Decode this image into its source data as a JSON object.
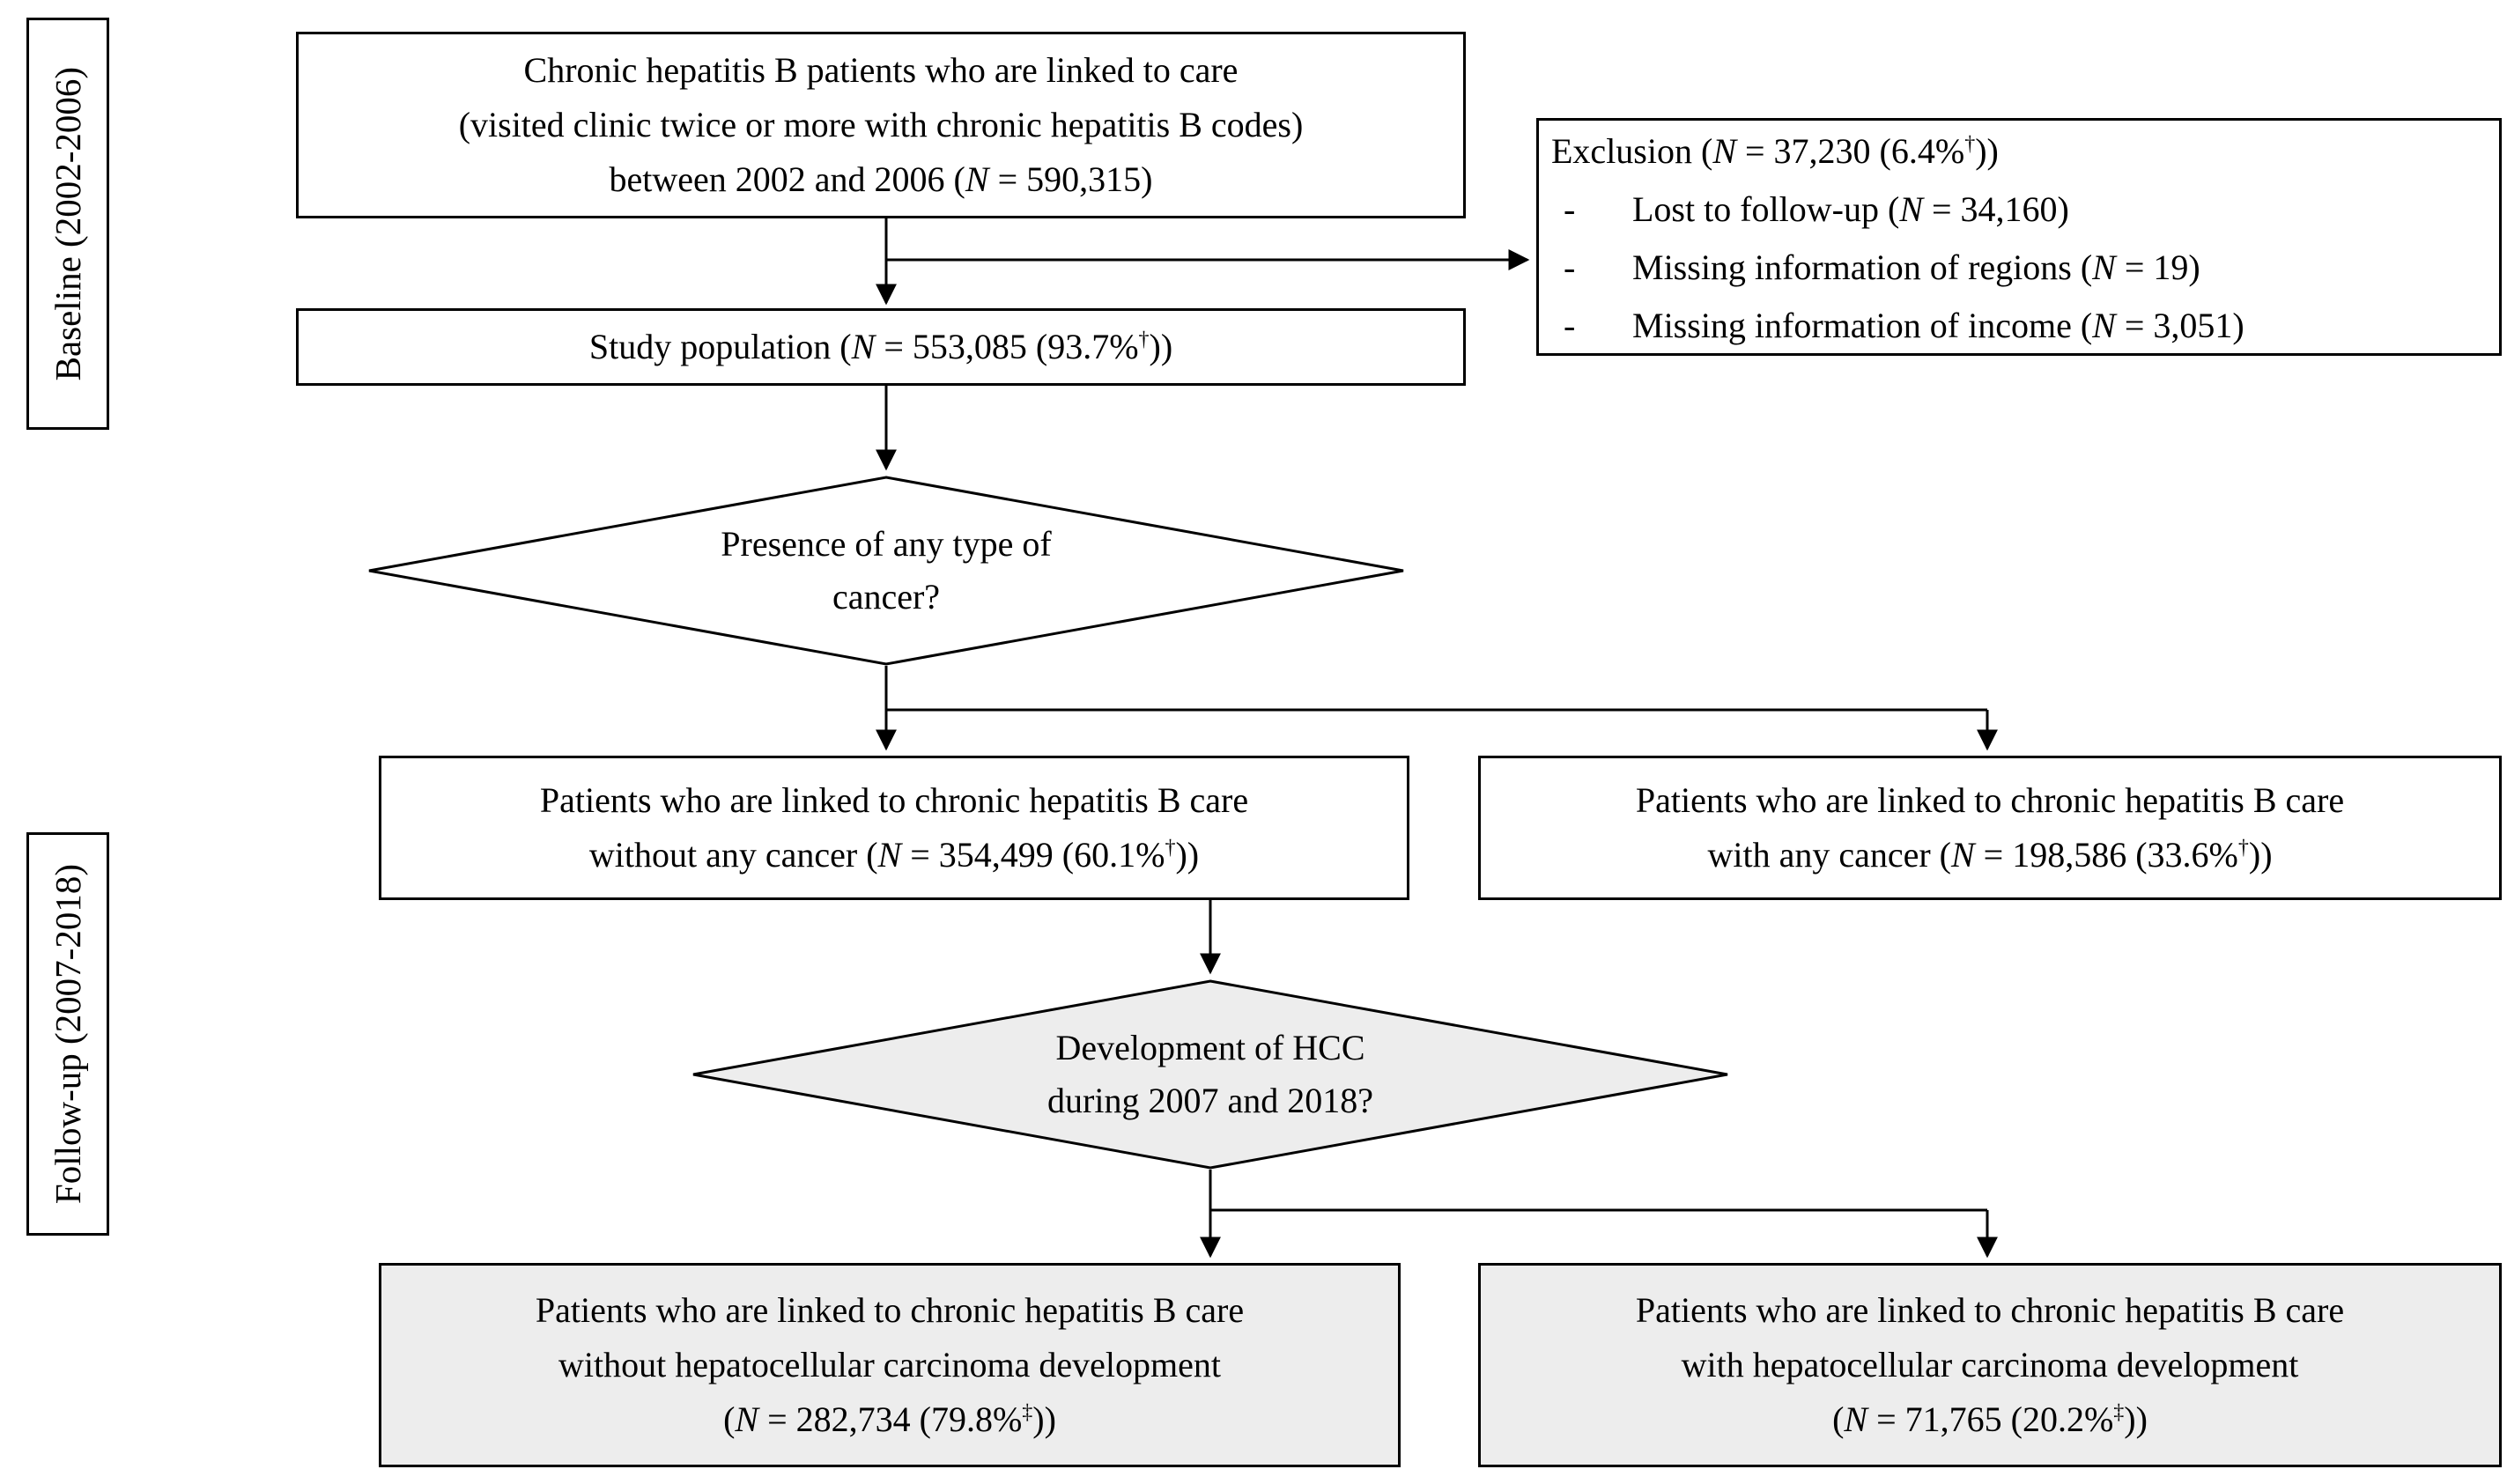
{
  "colors": {
    "background": "#ffffff",
    "node_fill": "#ffffff",
    "shaded_fill": "#ededed",
    "border": "#000000"
  },
  "side_labels": {
    "baseline": {
      "label": "Baseline (2002-2006)"
    },
    "followup": {
      "label": "Follow-up (2007-2018)"
    }
  },
  "nodes": {
    "top": {
      "parts": [
        {
          "t": "Chronic hepatitis B patients who are linked to care\n(visited clinic twice or more with chronic hepatitis B codes)\nbetween 2002 and 2006 ("
        },
        {
          "t": "N",
          "s": "i"
        },
        {
          "t": " = 590,315)"
        }
      ]
    },
    "exclusion": {
      "bullet": "-",
      "title_parts": [
        {
          "t": "Exclusion ("
        },
        {
          "t": "N",
          "s": "i"
        },
        {
          "t": " = 37,230 (6.4%"
        },
        {
          "t": "†",
          "s": "sup"
        },
        {
          "t": "))"
        }
      ],
      "items": [
        {
          "parts": [
            {
              "t": "Lost to follow-up ("
            },
            {
              "t": "N",
              "s": "i"
            },
            {
              "t": " = 34,160)"
            }
          ]
        },
        {
          "parts": [
            {
              "t": "Missing information of regions ("
            },
            {
              "t": "N",
              "s": "i"
            },
            {
              "t": " = 19)"
            }
          ]
        },
        {
          "parts": [
            {
              "t": "Missing information of income ("
            },
            {
              "t": "N",
              "s": "i"
            },
            {
              "t": " = 3,051)"
            }
          ]
        }
      ]
    },
    "study": {
      "parts": [
        {
          "t": "Study population ("
        },
        {
          "t": "N",
          "s": "i"
        },
        {
          "t": " = 553,085 (93.7%"
        },
        {
          "t": "†",
          "s": "sup"
        },
        {
          "t": "))"
        }
      ]
    },
    "decision_cancer": {
      "parts": [
        {
          "t": "Presence of any type of\ncancer?"
        }
      ]
    },
    "without_cancer": {
      "parts": [
        {
          "t": "Patients who are linked to chronic hepatitis B care\nwithout any cancer ("
        },
        {
          "t": "N",
          "s": "i"
        },
        {
          "t": " = 354,499 (60.1%"
        },
        {
          "t": "†",
          "s": "sup"
        },
        {
          "t": "))"
        }
      ]
    },
    "with_cancer": {
      "parts": [
        {
          "t": "Patients who are linked to chronic hepatitis B care\nwith any cancer ("
        },
        {
          "t": "N",
          "s": "i"
        },
        {
          "t": " = 198,586 (33.6%"
        },
        {
          "t": "†",
          "s": "sup"
        },
        {
          "t": "))"
        }
      ]
    },
    "decision_hcc": {
      "parts": [
        {
          "t": "Development of HCC\nduring 2007 and 2018?"
        }
      ]
    },
    "without_hcc": {
      "parts": [
        {
          "t": "Patients who are linked to chronic hepatitis B care\nwithout hepatocellular carcinoma development\n("
        },
        {
          "t": "N",
          "s": "i"
        },
        {
          "t": " = 282,734 (79.8%"
        },
        {
          "t": "‡",
          "s": "sup"
        },
        {
          "t": "))"
        }
      ]
    },
    "with_hcc": {
      "parts": [
        {
          "t": "Patients who are linked to chronic hepatitis B care\nwith hepatocellular carcinoma development\n("
        },
        {
          "t": "N",
          "s": "i"
        },
        {
          "t": " = 71,765 (20.2%"
        },
        {
          "t": "‡",
          "s": "sup"
        },
        {
          "t": "))"
        }
      ]
    }
  }
}
